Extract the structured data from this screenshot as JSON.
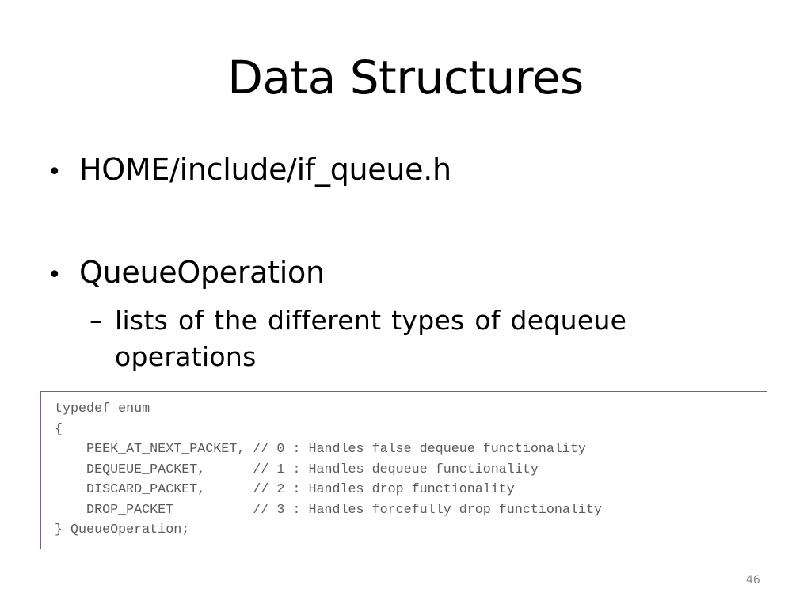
{
  "slide": {
    "title": "Data Structures",
    "bullets": [
      {
        "dot": "•",
        "text": "HOME/include/if_queue.h"
      },
      {
        "dot": "•",
        "text": "QueueOperation",
        "sub_bullet": {
          "dash": "–",
          "text": "lists of the different types of dequeue operations"
        }
      }
    ],
    "code_lines": [
      "typedef enum",
      "{",
      "    PEEK_AT_NEXT_PACKET, // 0 : Handles false dequeue functionality",
      "    DEQUEUE_PACKET,      // 1 : Handles dequeue functionality",
      "    DISCARD_PACKET,      // 2 : Handles drop functionality",
      "    DROP_PACKET          // 3 : Handles forcefully drop functionality",
      "} QueueOperation;"
    ],
    "page_number": "46"
  }
}
